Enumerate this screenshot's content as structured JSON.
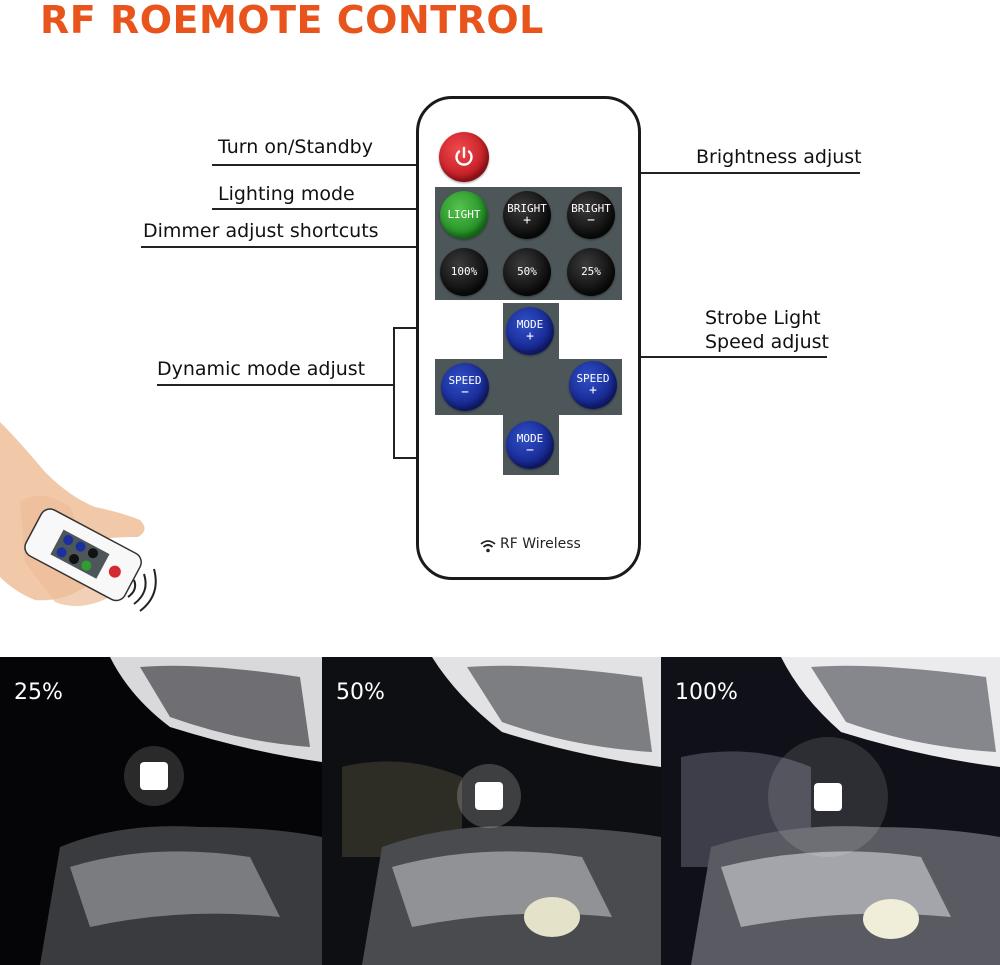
{
  "title": "RF ROEMOTE CONTROL",
  "labels": {
    "turn_on": "Turn on/Standby",
    "lighting_mode": "Lighting mode",
    "dimmer": "Dimmer adjust shortcuts",
    "dynamic": "Dynamic mode adjust",
    "brightness": "Brightness adjust",
    "strobe_line1": "Strobe Light",
    "strobe_line2": "Speed adjust"
  },
  "remote": {
    "light_btn": "LIGHT",
    "bright_plus": [
      "BRIGHT",
      "+"
    ],
    "bright_minus": [
      "BRIGHT",
      "−"
    ],
    "dim_100": "100%",
    "dim_50": "50%",
    "dim_25": "25%",
    "mode_plus": [
      "MODE",
      "+"
    ],
    "mode_minus": [
      "MODE",
      "−"
    ],
    "speed_minus": [
      "SPEED",
      "−"
    ],
    "speed_plus": [
      "SPEED",
      "+"
    ],
    "brand_text": "RF Wireless"
  },
  "photos": [
    {
      "label": "25%",
      "brightness": 0.25
    },
    {
      "label": "50%",
      "brightness": 0.5
    },
    {
      "label": "100%",
      "brightness": 1.0
    }
  ],
  "colors": {
    "title": "#e8541c",
    "power": "#d42a2f",
    "light": "#2f9e2e",
    "mode_speed": "#1c2f9e"
  }
}
